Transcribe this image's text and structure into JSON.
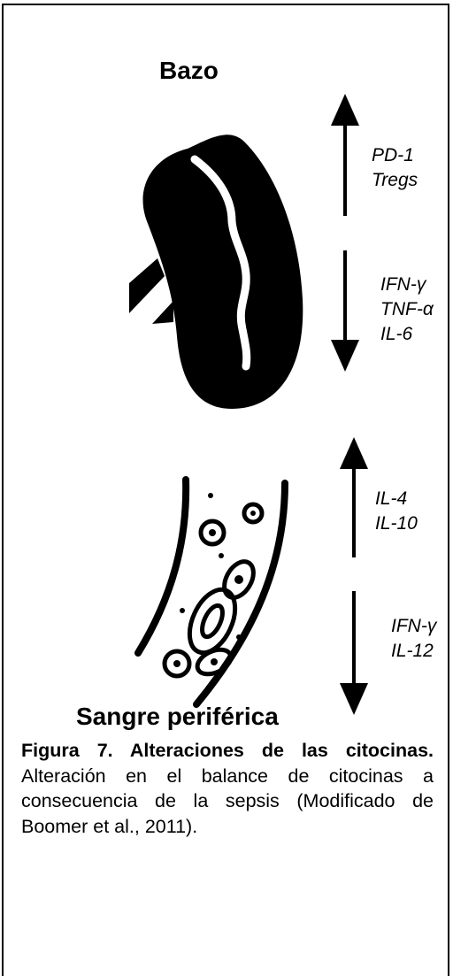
{
  "spleen": {
    "title": "Bazo",
    "up_markers": [
      "PD-1",
      "Tregs"
    ],
    "down_markers": [
      "IFN-γ",
      "TNF-α",
      "IL-6"
    ]
  },
  "blood": {
    "title": "Sangre periférica",
    "up_markers": [
      "IL-4",
      "IL-10"
    ],
    "down_markers": [
      "IFN-γ",
      "IL-12"
    ]
  },
  "caption": {
    "label": "Figura 7. Alteraciones de las citocinas.",
    "text": " Alteración en el balance de citocinas a consecuencia de la sepsis (Modificado de Boomer et al., 2011)."
  }
}
